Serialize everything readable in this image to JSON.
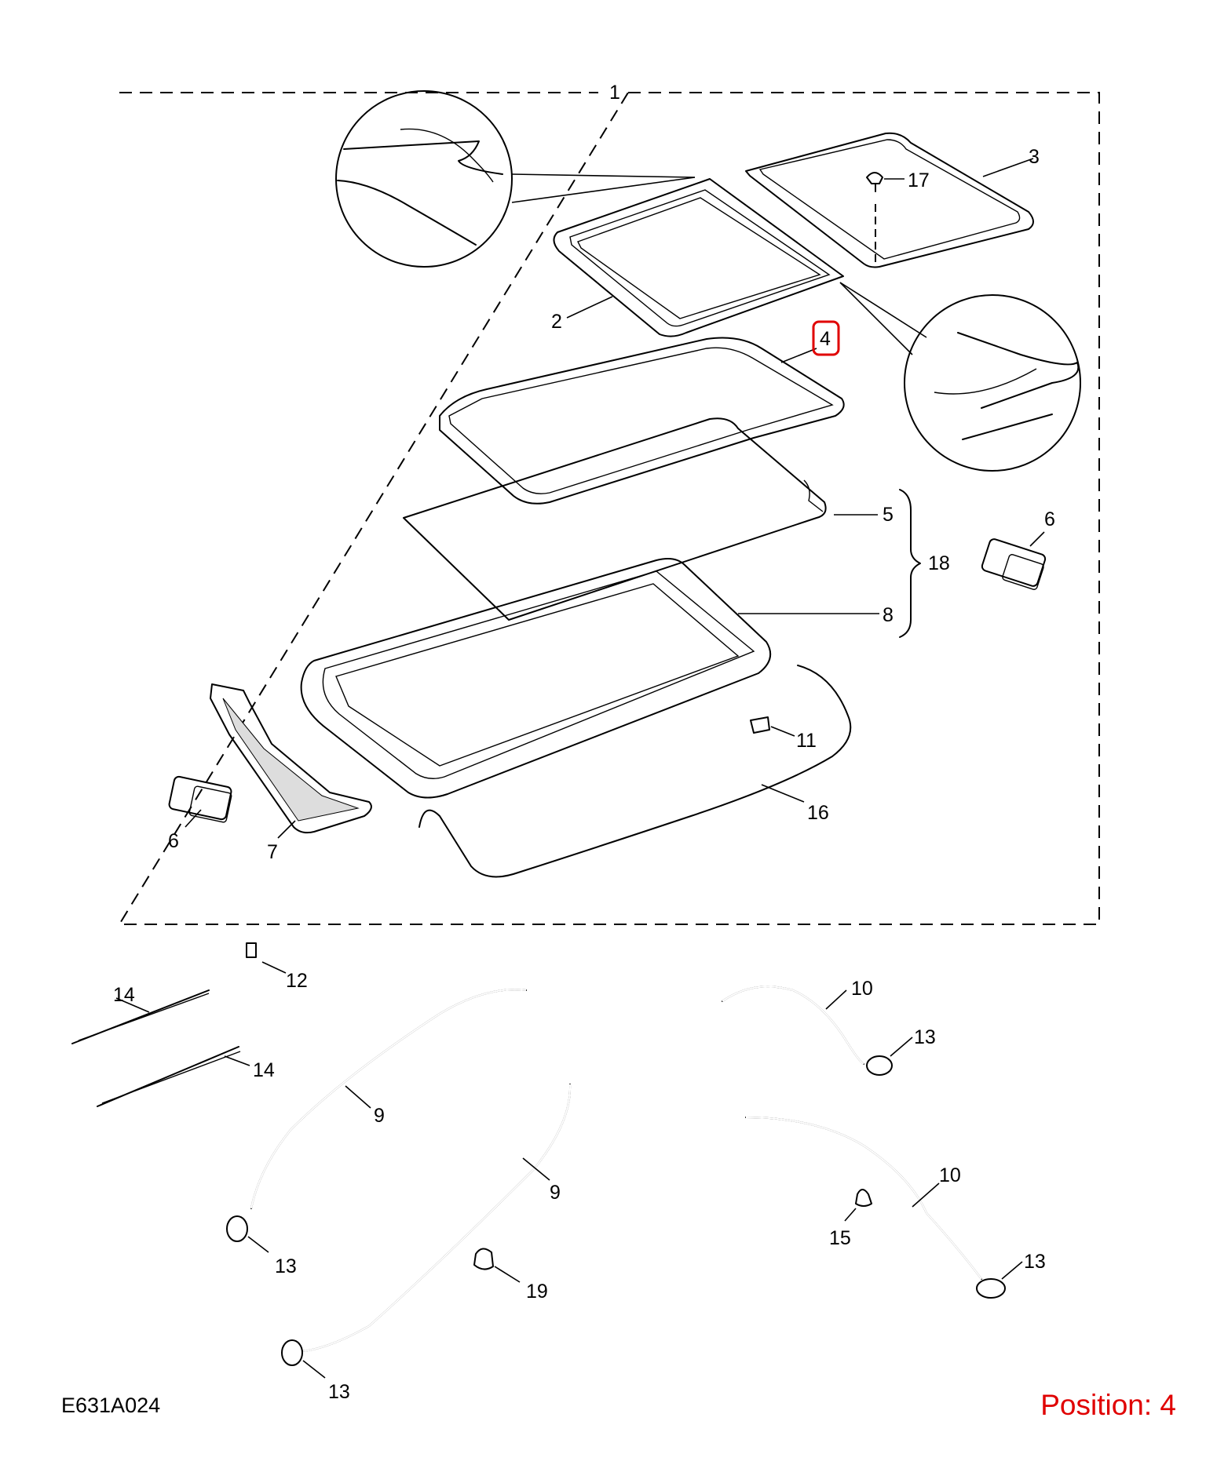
{
  "diagram": {
    "code": "E631A024",
    "position_label": "Position: 4",
    "highlight_color": "#e00000",
    "highlighted_callout": "4",
    "callouts": {
      "c1": "1",
      "c2": "2",
      "c3": "3",
      "c4": "4",
      "c5": "5",
      "c6a": "6",
      "c6b": "6",
      "c7": "7",
      "c8": "8",
      "c9a": "9",
      "c9b": "9",
      "c10a": "10",
      "c10b": "10",
      "c11": "11",
      "c12": "12",
      "c13a": "13",
      "c13b": "13",
      "c13c": "13",
      "c13d": "13",
      "c14a": "14",
      "c14b": "14",
      "c15": "15",
      "c16": "16",
      "c17": "17",
      "c18": "18",
      "c19": "19"
    }
  }
}
